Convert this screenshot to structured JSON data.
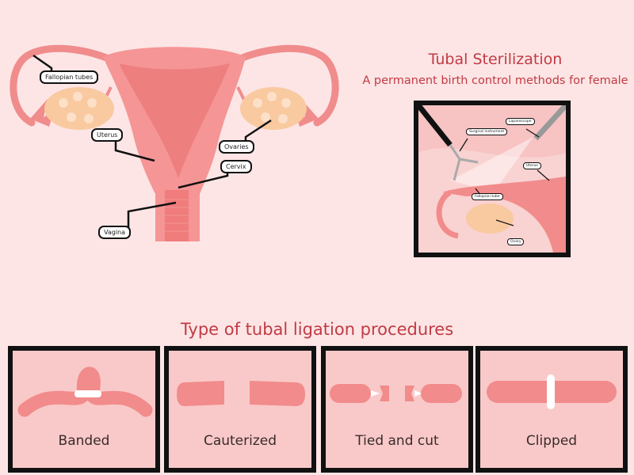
{
  "header": {
    "title": "Tubal Sterilization",
    "subtitle": "A permanent birth control methods for female"
  },
  "anatomy": {
    "labels": {
      "fallopian_tubes": "Fallopian tubes",
      "uterus": "Uterus",
      "ovaries": "Ovaries",
      "cervix": "Cervix",
      "vagina": "Vagina"
    }
  },
  "inset": {
    "labels": {
      "surgical_instrument": "Surgical instrument",
      "laparoscope": "Laparoscope",
      "uterus": "Uterus",
      "fallopian_tube": "Fallopian tube",
      "ovary": "Ovary"
    }
  },
  "procedures": {
    "title": "Type of tubal ligation procedures",
    "items": [
      {
        "label": "Banded"
      },
      {
        "label": "Cauterized"
      },
      {
        "label": "Tied and cut"
      },
      {
        "label": "Clipped"
      }
    ]
  },
  "colors": {
    "background": "#fde5e5",
    "accent": "#c23a44",
    "tissue": "#f28b8b",
    "ovary": "#f9c9a0"
  }
}
